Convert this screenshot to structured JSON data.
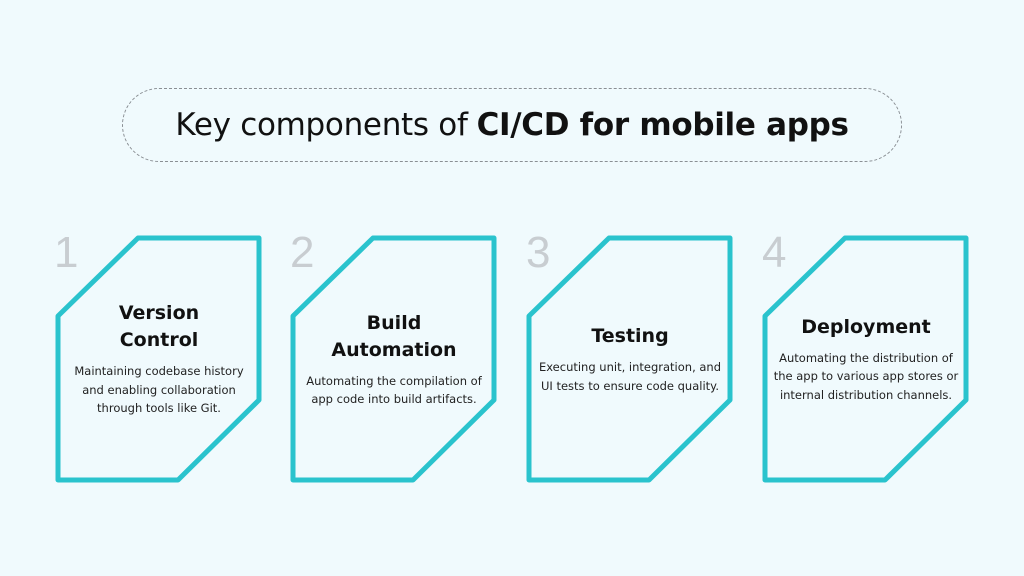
{
  "title": {
    "regular": "Key components of",
    "bold": "CI/CD for mobile apps"
  },
  "colors": {
    "accent": "#2ac3cd",
    "number": "#c8cdd1",
    "background": "#f0fafd"
  },
  "cards": [
    {
      "number": "1",
      "heading": "Version Control",
      "text": "Maintaining codebase history and enabling collaboration through tools like Git."
    },
    {
      "number": "2",
      "heading": "Build Automation",
      "text": "Automating the compilation of app code into build artifacts."
    },
    {
      "number": "3",
      "heading": "Testing",
      "text": "Executing unit, integration, and UI tests to ensure code quality."
    },
    {
      "number": "4",
      "heading": "Deployment",
      "text": "Automating the distribution of the app to various app stores or internal distribution channels."
    }
  ]
}
